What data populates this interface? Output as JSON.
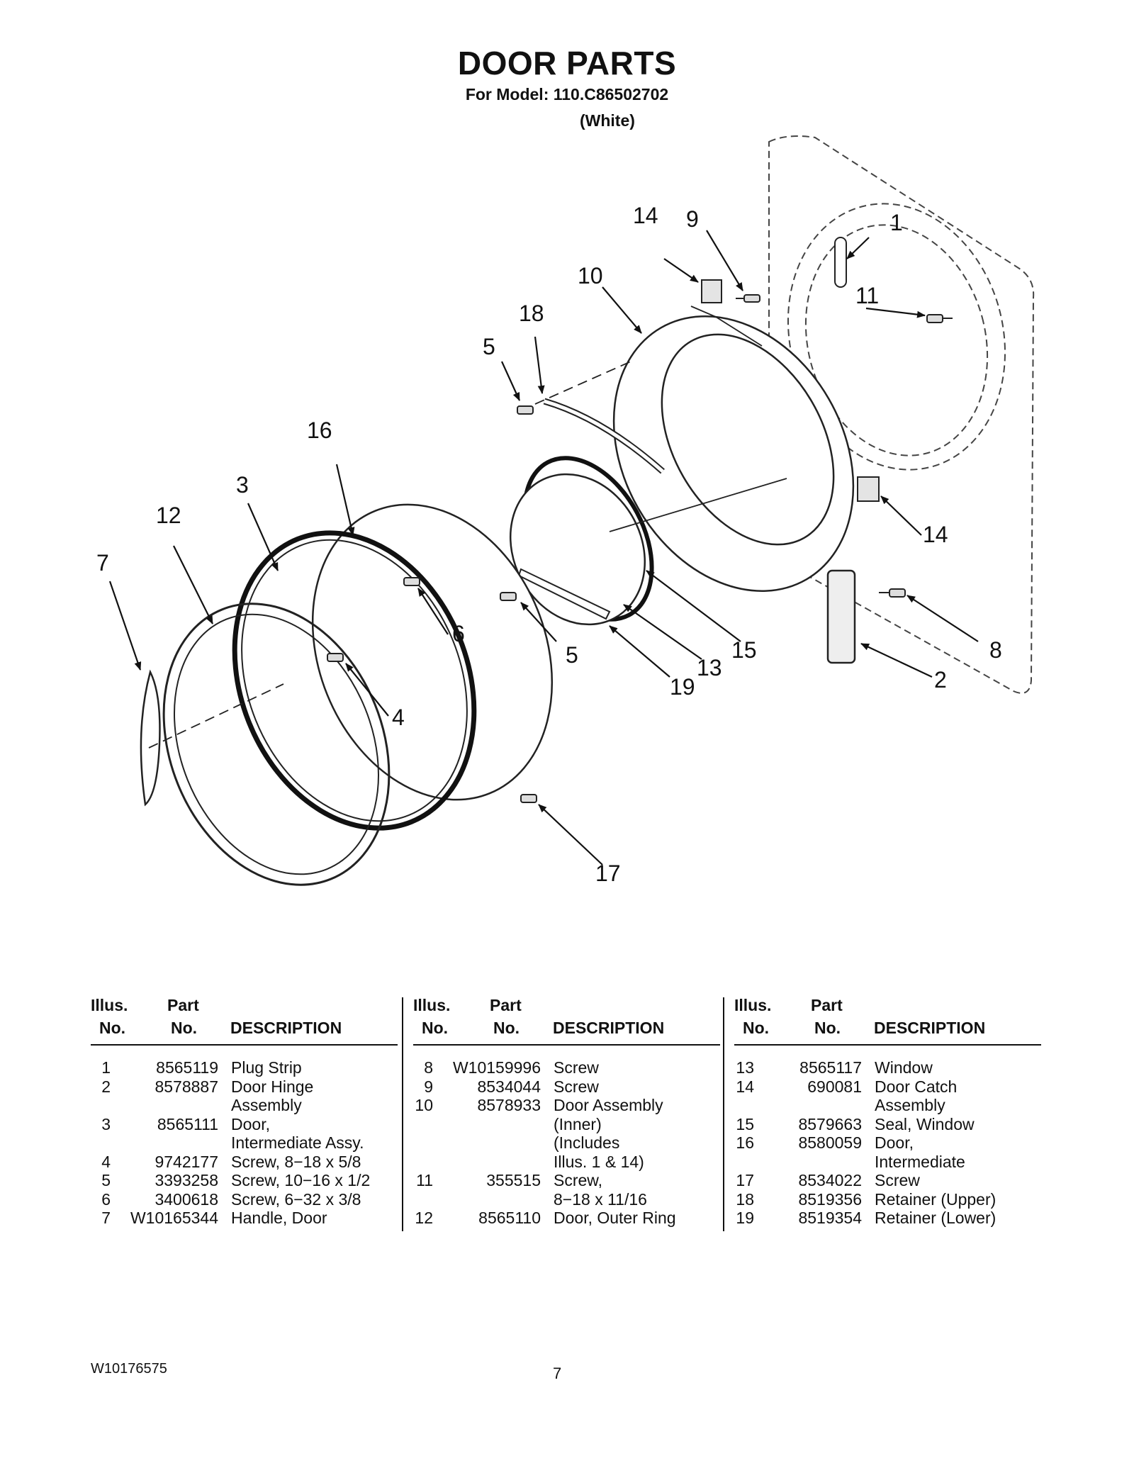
{
  "header": {
    "title": "DOOR PARTS",
    "model_line": "For Model: 110.C86502702",
    "color_line": "(White)"
  },
  "callouts": [
    "1",
    "2",
    "3",
    "4",
    "5",
    "5",
    "6",
    "7",
    "8",
    "9",
    "10",
    "11",
    "12",
    "13",
    "14",
    "14",
    "15",
    "16",
    "17",
    "18",
    "19"
  ],
  "table": {
    "headers": {
      "illus_top": "Illus.",
      "illus_bottom": "No.",
      "part_top": "Part",
      "part_bottom": "No.",
      "description": "DESCRIPTION"
    },
    "columns": [
      [
        {
          "no": "1",
          "part": "8565119",
          "desc": "Plug Strip"
        },
        {
          "no": "2",
          "part": "8578887",
          "desc": "Door Hinge"
        },
        {
          "no": "",
          "part": "",
          "desc": "Assembly"
        },
        {
          "no": "3",
          "part": "8565111",
          "desc": "Door,"
        },
        {
          "no": "",
          "part": "",
          "desc": "Intermediate Assy."
        },
        {
          "no": "4",
          "part": "9742177",
          "desc": "Screw, 8−18 x 5/8"
        },
        {
          "no": "5",
          "part": "3393258",
          "desc": "Screw, 10−16 x 1/2"
        },
        {
          "no": "6",
          "part": "3400618",
          "desc": "Screw, 6−32 x 3/8"
        },
        {
          "no": "7",
          "part": "W10165344",
          "desc": "Handle, Door"
        }
      ],
      [
        {
          "no": "8",
          "part": "W10159996",
          "desc": "Screw"
        },
        {
          "no": "9",
          "part": "8534044",
          "desc": "Screw"
        },
        {
          "no": "10",
          "part": "8578933",
          "desc": "Door Assembly"
        },
        {
          "no": "",
          "part": "",
          "desc": "(Inner)"
        },
        {
          "no": "",
          "part": "",
          "desc": "(Includes"
        },
        {
          "no": "",
          "part": "",
          "desc": "Illus. 1 & 14)"
        },
        {
          "no": "11",
          "part": "355515",
          "desc": "Screw,"
        },
        {
          "no": "",
          "part": "",
          "desc": "8−18 x 11/16"
        },
        {
          "no": "12",
          "part": "8565110",
          "desc": "Door, Outer Ring"
        }
      ],
      [
        {
          "no": "13",
          "part": "8565117",
          "desc": "Window"
        },
        {
          "no": "14",
          "part": "690081",
          "desc": "Door Catch"
        },
        {
          "no": "",
          "part": "",
          "desc": "Assembly"
        },
        {
          "no": "15",
          "part": "8579663",
          "desc": "Seal, Window"
        },
        {
          "no": "16",
          "part": "8580059",
          "desc": "Door,"
        },
        {
          "no": "",
          "part": "",
          "desc": "Intermediate"
        },
        {
          "no": "17",
          "part": "8534022",
          "desc": "Screw"
        },
        {
          "no": "18",
          "part": "8519356",
          "desc": "Retainer (Upper)"
        },
        {
          "no": "19",
          "part": "8519354",
          "desc": "Retainer (Lower)"
        }
      ]
    ]
  },
  "footer": {
    "doc_number": "W10176575",
    "page": "7"
  }
}
